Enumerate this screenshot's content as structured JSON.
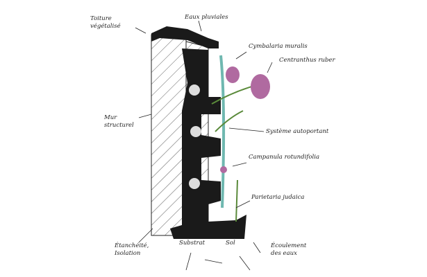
{
  "labels": {
    "toiture": "Toiture végétalisé",
    "eaux_pluviales": "Eaux pluviales",
    "cymbalaria": "Cymbalaria muralis",
    "centranthus": "Centranthus ruber",
    "mur": "Mur structurel",
    "systeme": "Système autoportant",
    "campanula": "Campanula rotundifolia",
    "parietaria": "Parietaria judaica",
    "etancheite": "Étanchéité, Isolation",
    "substrat": "Substrat",
    "sol": "Sol",
    "ecoulement": "Écoulement des eaux"
  },
  "colors": {
    "substrate": "#1a1a1a",
    "flower": "#b06aa0",
    "leaf": "#5a8a3a",
    "cyan": "#6fb8b0"
  }
}
